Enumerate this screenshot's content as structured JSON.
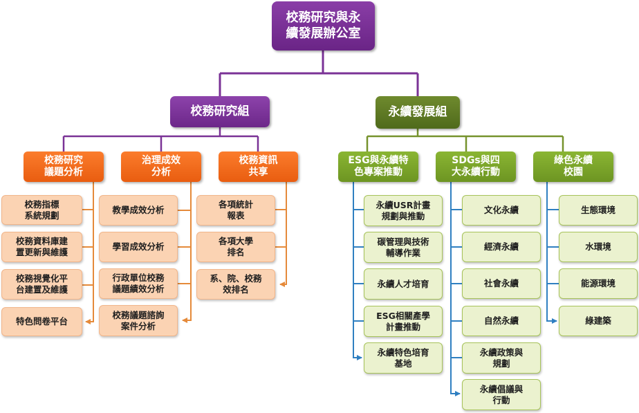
{
  "root": {
    "label": "校務研究與永\n續發展辦公室"
  },
  "groups": {
    "research": {
      "label": "校務研究組",
      "sections": {
        "topics": {
          "label": "校務研究\n議題分析",
          "items": [
            "校務指標\n系統規劃",
            "校務資料庫建\n置更新與維護",
            "校務視覺化平\n台建置及維護",
            "特色問卷平台"
          ]
        },
        "governance": {
          "label": "治理成效\n分析",
          "items": [
            "教學成效分析",
            "學習成效分析",
            "行政單位校務\n議題績效分析",
            "校務議題諮詢\n案件分析"
          ]
        },
        "info": {
          "label": "校務資訊\n共享",
          "items": [
            "各項統計\n報表",
            "各項大學\n排名",
            "系、院、校務\n效排名"
          ]
        }
      }
    },
    "sustain": {
      "label": "永續發展組",
      "sections": {
        "esg": {
          "label": "ESG與永續特\n色專案推動",
          "items": [
            "永續USR計畫\n規劃與推動",
            "碳管理與技術\n輔導作業",
            "永續人才培育",
            "ESG相關產學\n計畫推動",
            "永續特色培育\n基地"
          ]
        },
        "sdgs": {
          "label": "SDGs與四\n大永續行動",
          "items": [
            "文化永續",
            "經濟永續",
            "社會永續",
            "自然永續",
            "永續政策與\n規劃",
            "永續倡議與\n行動"
          ]
        },
        "green": {
          "label": "綠色永續\n校園",
          "items": [
            "生態環境",
            "水環境",
            "能源環境",
            "綠建築"
          ]
        }
      }
    }
  },
  "colors": {
    "purple_line": "#7a3296",
    "green_line": "#76922c",
    "orange_arrow": "#e58a3a",
    "blue_arrow": "#2f7fc1"
  }
}
